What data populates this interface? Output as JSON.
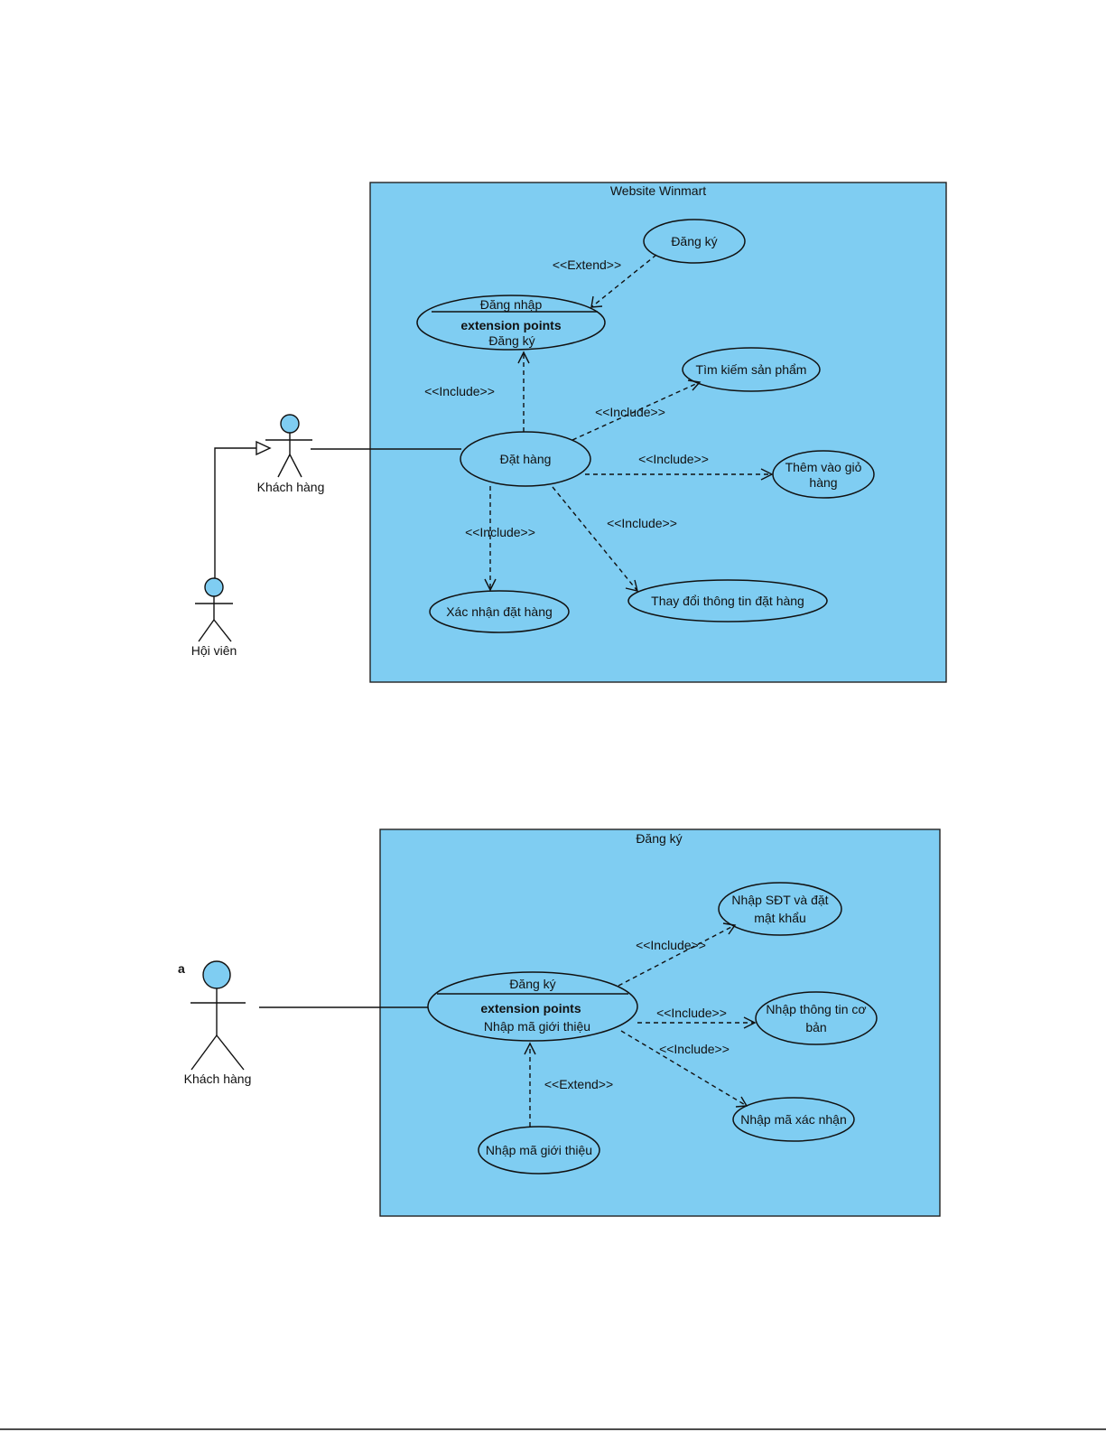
{
  "diagram1": {
    "system_title": "Website Winmart",
    "actors": {
      "customer": "Khách hàng",
      "member": "Hội viên"
    },
    "usecases": {
      "login": {
        "name": "Đăng nhập",
        "ext_heading": "extension points",
        "ext_point": "Đăng ký"
      },
      "register": "Đăng ký",
      "order": "Đặt hàng",
      "search": "Tìm kiếm sản phẩm",
      "add_cart": [
        "Thêm vào giỏ",
        "hàng"
      ],
      "confirm": "Xác nhận đặt hàng",
      "change_info": "Thay đổi thông tin đặt hàng"
    },
    "labels": {
      "extend": "<<Extend>>",
      "include_login": "<<Include>>",
      "include_search": "<<Include>>",
      "include_cart": "<<Include>>",
      "include_change": "<<Include>>",
      "include_confirm": "<<Include>>"
    }
  },
  "diagram2": {
    "stray_label": "a",
    "system_title": "Đăng ký",
    "actors": {
      "customer": "Khách hàng"
    },
    "usecases": {
      "register": {
        "name": "Đăng ký",
        "ext_heading": "extension points",
        "ext_point": "Nhập mã giới thiệu"
      },
      "phone_pass": [
        "Nhập SĐT và đặt",
        "mật khẩu"
      ],
      "basic_info": [
        "Nhập thông tin cơ",
        "bản"
      ],
      "verify_code": "Nhập mã xác nhận",
      "referral": "Nhập mã giới thiệu"
    },
    "labels": {
      "include_phone": "<<Include>>",
      "include_basic": "<<Include>>",
      "include_verify": "<<Include>>",
      "extend": "<<Extend>>"
    }
  }
}
